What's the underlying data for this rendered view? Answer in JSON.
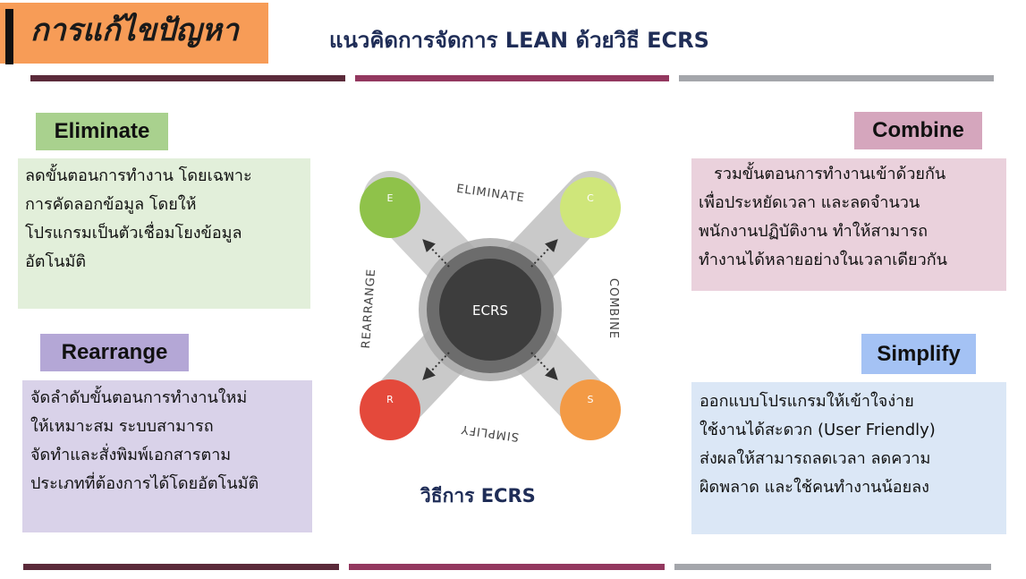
{
  "header": {
    "title_tag": "การแก้ไขปัญหา",
    "headline": "แนวคิดการจัดการ LEAN  ด้วยวิธี ECRS"
  },
  "eliminate": {
    "label": "Eliminate",
    "lines": [
      "ลดขั้นตอนการทำงาน โดยเฉพาะ",
      "การคัดลอกข้อมูล โดยให้",
      "โปรแกรมเป็นตัวเชื่อมโยงข้อมูล",
      "อัตโนมัติ"
    ]
  },
  "rearrange": {
    "label": "Rearrange",
    "lines": [
      "จัดลำดับขั้นตอนการทำงานใหม่",
      "ให้เหมาะสม ระบบสามารถ",
      "จัดทำและสั่งพิมพ์เอกสารตาม",
      "ประเภทที่ต้องการได้โดยอัตโนมัติ"
    ]
  },
  "combine": {
    "label": "Combine",
    "lines": [
      "   รวมขั้นตอนการทำงานเข้าด้วยกัน",
      "เพื่อประหยัดเวลา และลดจำนวน",
      "พนักงานปฏิบัติงาน ทำให้สามารถ",
      "ทำงานได้หลายอย่างในเวลาเดียวกัน"
    ]
  },
  "simplify": {
    "label": "Simplify",
    "lines": [
      "ออกแบบโปรแกรมให้เข้าใจง่าย",
      "ใช้งานได้สะดวก (User Friendly)",
      "ส่งผลให้สามารถลดเวลา ลดความ",
      "ผิดพลาด และใช้คนทำงานน้อยลง"
    ]
  },
  "diagram": {
    "center": "ECRS",
    "nodes": {
      "e": "E",
      "c": "C",
      "r": "R",
      "s": "S"
    },
    "arcs": {
      "top": "ELIMINATE",
      "right": "COMBINE",
      "bottom": "SIMPLIFY",
      "left": "REARRANGE"
    },
    "caption": "วิธีการ ECRS"
  },
  "colors": {
    "orange_tag": "#f79c57",
    "navy_text": "#1f2d57",
    "e_node": "#8fc24a",
    "c_node": "#cfe67a",
    "r_node": "#e4493b",
    "s_node": "#f39a45"
  }
}
